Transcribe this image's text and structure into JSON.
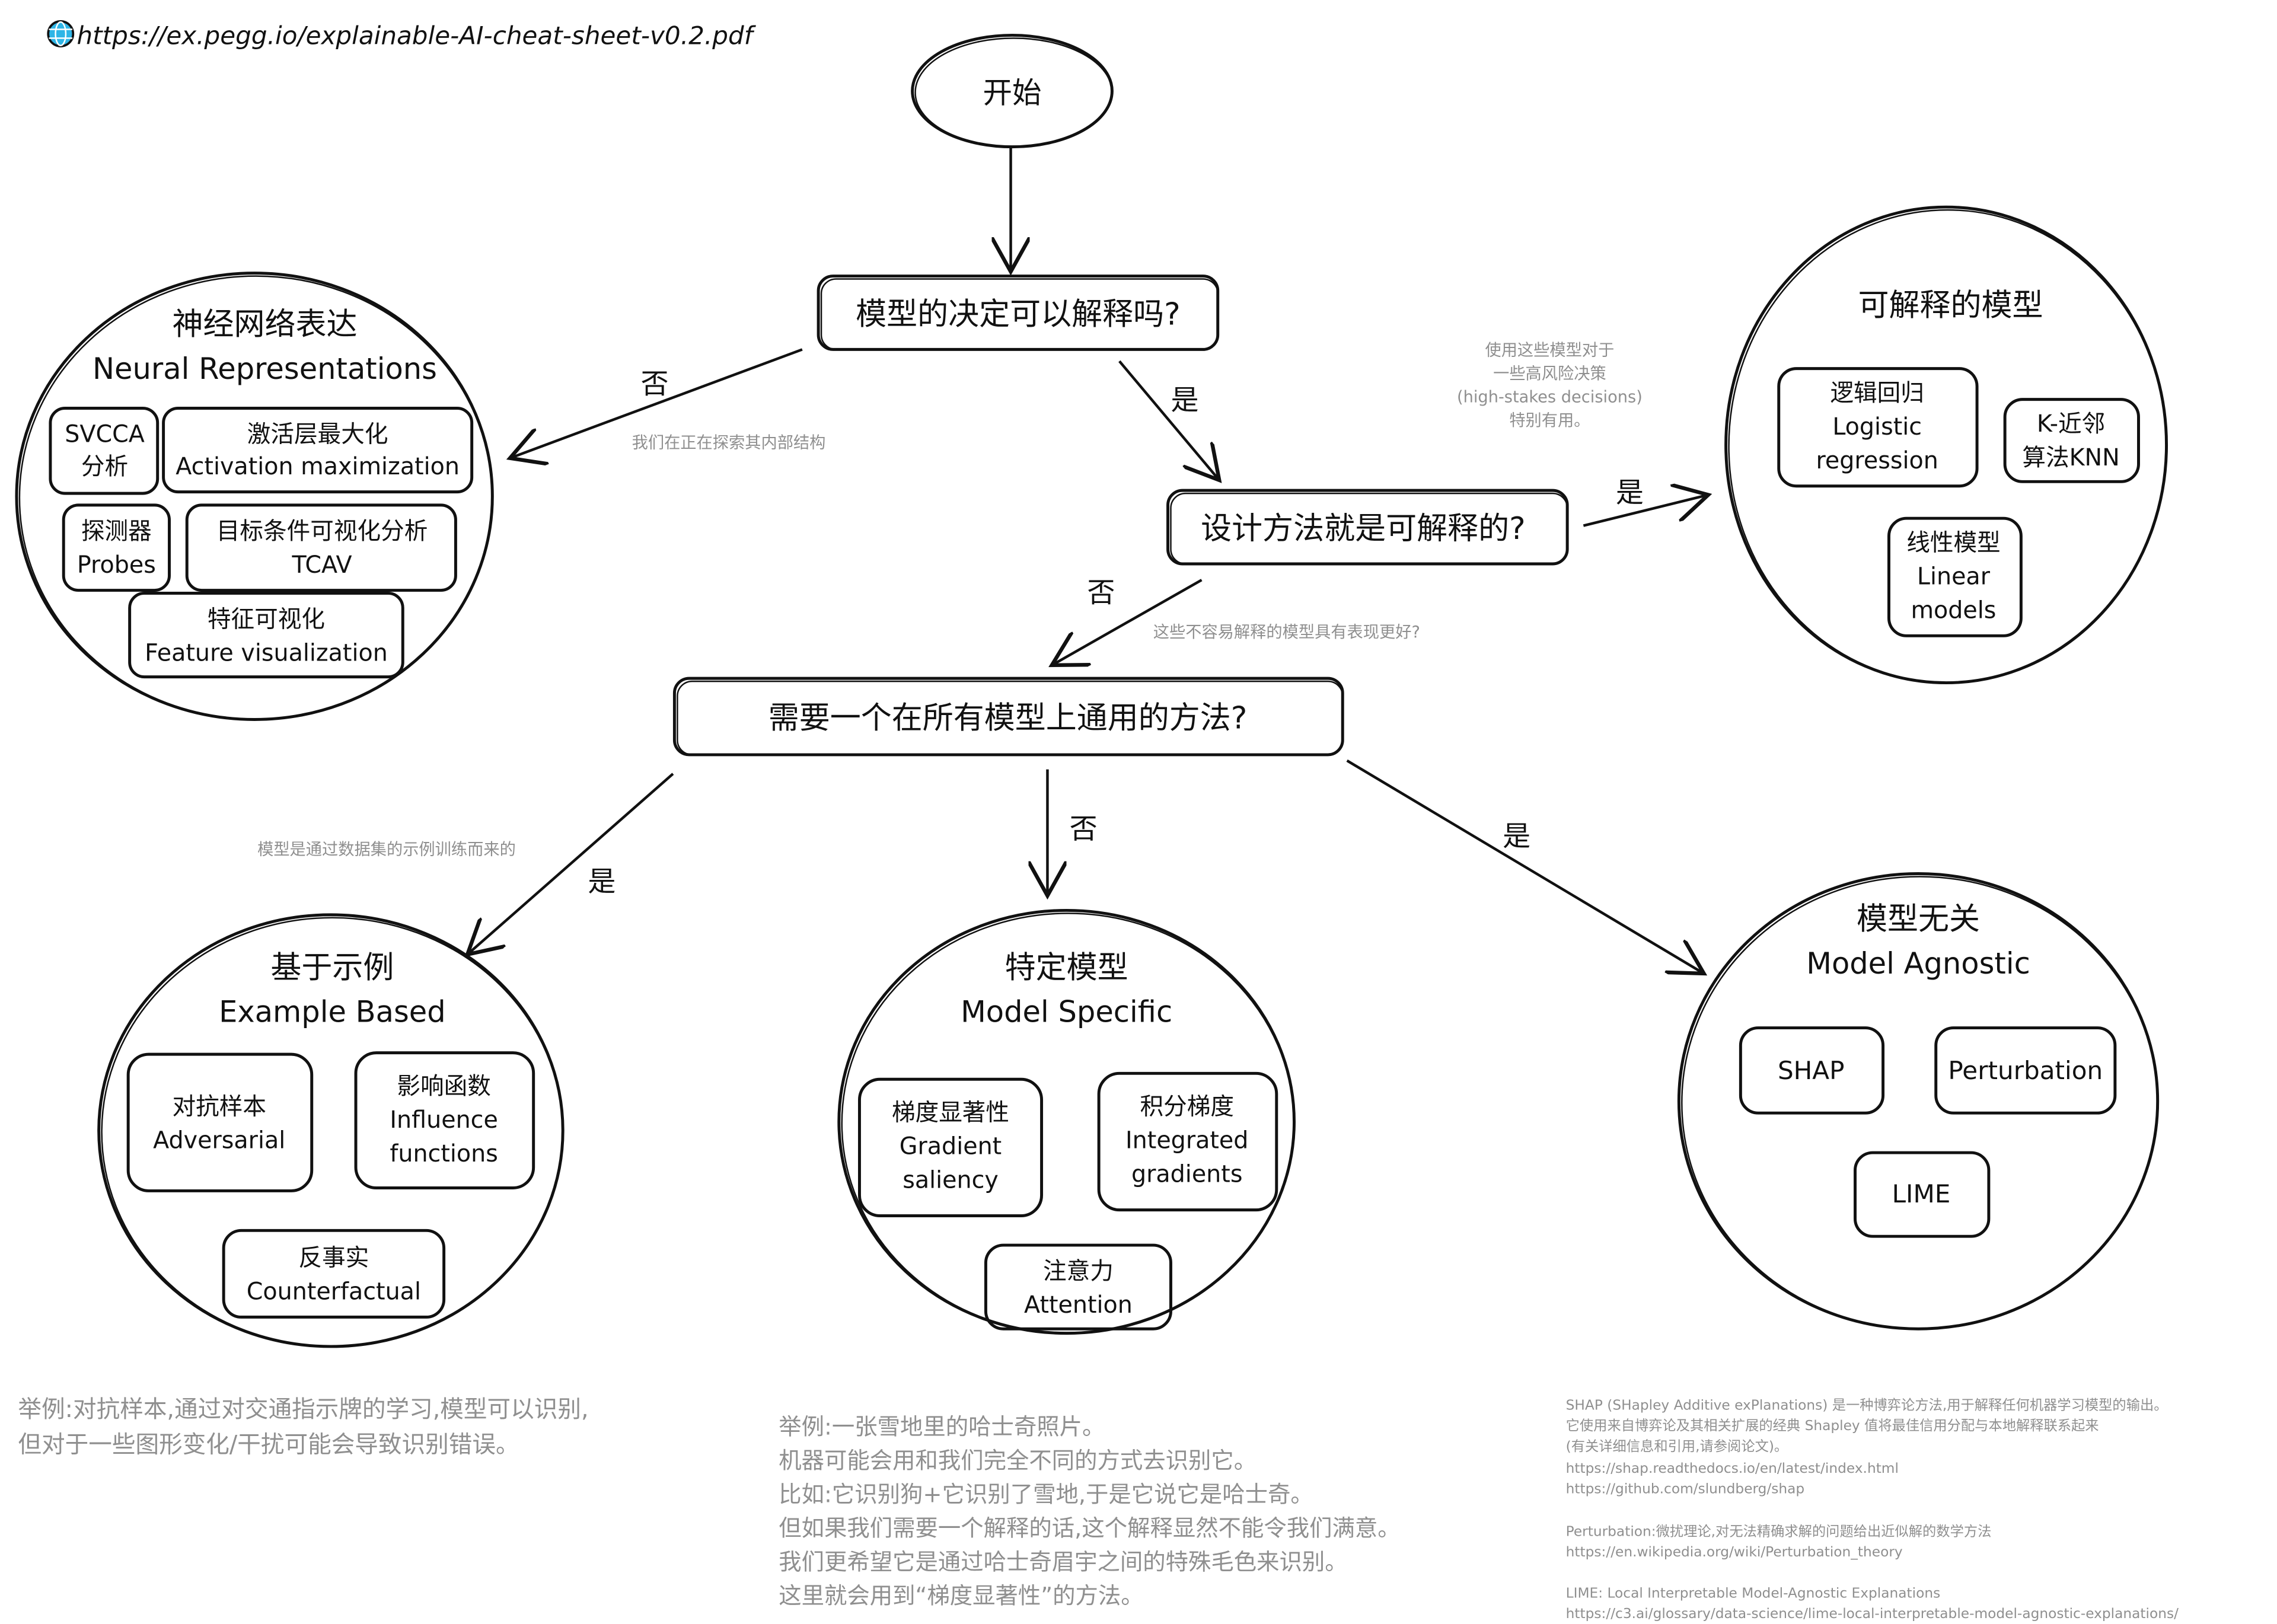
{
  "header": {
    "icon": "globe-icon",
    "url": "https://ex.pegg.io/explainable-AI-cheat-sheet-v0.2.pdf",
    "icon_color": "#2fb5e6"
  },
  "start": {
    "label": "开始"
  },
  "q1": {
    "label": "模型的决定可以解释吗?"
  },
  "q2": {
    "label": "设计方法就是可解释的?"
  },
  "q3": {
    "label": "需要一个在所有模型上通用的方法?"
  },
  "edges": {
    "q1_no": "否",
    "q1_yes": "是",
    "q2_yes": "是",
    "q2_no": "否",
    "q3_yes_left": "是",
    "q3_no": "否",
    "q3_yes_right": "是"
  },
  "annotations": {
    "internal": "我们在正在探索其内部结构",
    "high_stakes": [
      "使用这些模型对于",
      "一些高风险决策",
      "(high-stakes decisions)",
      "特别有用。"
    ],
    "performance": "这些不容易解释的模型具有表现更好?",
    "dataset": "模型是通过数据集的示例训练而来的"
  },
  "neural": {
    "title_zh": "神经网络表达",
    "title_en": "Neural Representations",
    "items": [
      {
        "zh": "SVCCA",
        "en": "分析"
      },
      {
        "zh": "激活层最大化",
        "en": "Activation maximization"
      },
      {
        "zh": "探测器",
        "en": "Probes"
      },
      {
        "zh": "目标条件可视化分析",
        "en": "TCAV"
      },
      {
        "zh": "特征可视化",
        "en": "Feature visualization"
      }
    ]
  },
  "interpretable": {
    "title_zh": "可解释的模型",
    "items": [
      {
        "lines": [
          "逻辑回归",
          "Logistic",
          "regression"
        ]
      },
      {
        "lines": [
          "K-近邻",
          "算法KNN"
        ]
      },
      {
        "lines": [
          "线性模型",
          "Linear",
          "models"
        ]
      }
    ]
  },
  "example_based": {
    "title_zh": "基于示例",
    "title_en": "Example Based",
    "items": [
      {
        "zh": "对抗样本",
        "en": "Adversarial"
      },
      {
        "zh": "影响函数",
        "en": "Influence",
        "en2": "functions"
      },
      {
        "zh": "反事实",
        "en": "Counterfactual"
      }
    ]
  },
  "model_specific": {
    "title_zh": "特定模型",
    "title_en": "Model Specific",
    "items": [
      {
        "zh": "梯度显著性",
        "en": "Gradient",
        "en2": "saliency"
      },
      {
        "zh": "积分梯度",
        "en": "Integrated",
        "en2": "gradients"
      },
      {
        "zh": "注意力",
        "en": "Attention"
      }
    ]
  },
  "model_agnostic": {
    "title_zh": "模型无关",
    "title_en": "Model Agnostic",
    "items": [
      "SHAP",
      "Perturbation",
      "LIME"
    ]
  },
  "notes": {
    "left": [
      "举例:对抗样本,通过对交通指示牌的学习,模型可以识别,",
      "但对于一些图形变化/干扰可能会导致识别错误。"
    ],
    "middle": [
      "举例:一张雪地里的哈士奇照片。",
      "机器可能会用和我们完全不同的方式去识别它。",
      "比如:它识别狗+它识别了雪地,于是它说它是哈士奇。",
      "但如果我们需要一个解释的话,这个解释显然不能令我们满意。",
      "我们更希望它是通过哈士奇眉宇之间的特殊毛色来识别。",
      "这里就会用到“梯度显著性”的方法。"
    ],
    "right_shap": [
      "SHAP (SHapley Additive exPlanations) 是一种博弈论方法,用于解释任何机器学习模型的输出。",
      "它使用来自博弈论及其相关扩展的经典 Shapley 值将最佳信用分配与本地解释联系起来",
      "(有关详细信息和引用,请参阅论文)。",
      "https://shap.readthedocs.io/en/latest/index.html",
      "https://github.com/slundberg/shap"
    ],
    "right_perturbation": [
      "Perturbation:微扰理论,对无法精确求解的问题给出近似解的数学方法",
      "https://en.wikipedia.org/wiki/Perturbation_theory"
    ],
    "right_lime": [
      "LIME: Local Interpretable Model-Agnostic Explanations",
      "https://c3.ai/glossary/data-science/lime-local-interpretable-model-agnostic-explanations/"
    ]
  }
}
